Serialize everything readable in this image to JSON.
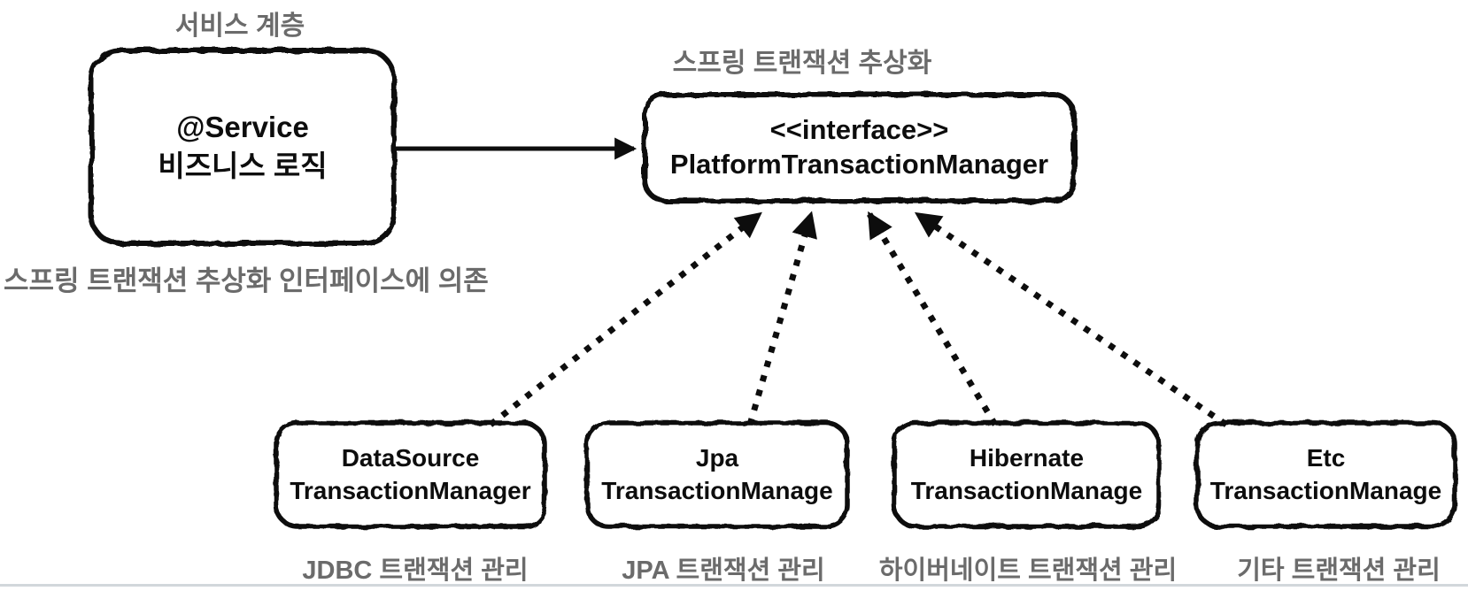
{
  "diagram": {
    "title_labels": {
      "service_layer": "서비스 계층",
      "abstraction": "스프링 트랜잭션 추상화",
      "dependency_note": "스프링 트랜잭션 추상화 인터페이스에 의존"
    },
    "service_box": {
      "line1": "@Service",
      "line2": "비즈니스 로직"
    },
    "interface_box": {
      "stereotype": "<<interface>>",
      "name": "PlatformTransactionManager"
    },
    "implementations": [
      {
        "line1": "DataSource",
        "line2": "TransactionManager",
        "caption": "JDBC 트랜잭션 관리"
      },
      {
        "line1": "Jpa",
        "line2": "TransactionManage",
        "caption": "JPA 트랜잭션 관리"
      },
      {
        "line1": "Hibernate",
        "line2": "TransactionManage",
        "caption": "하이버네이트 트랜잭션 관리"
      },
      {
        "line1": "Etc",
        "line2": "TransactionManage",
        "caption": "기타 트랜잭션 관리"
      }
    ],
    "colors": {
      "label_gray": "#6b6b6b",
      "line_black": "#0d0d0d",
      "background": "#ffffff",
      "bottom_edge": "#d2d7db"
    }
  }
}
